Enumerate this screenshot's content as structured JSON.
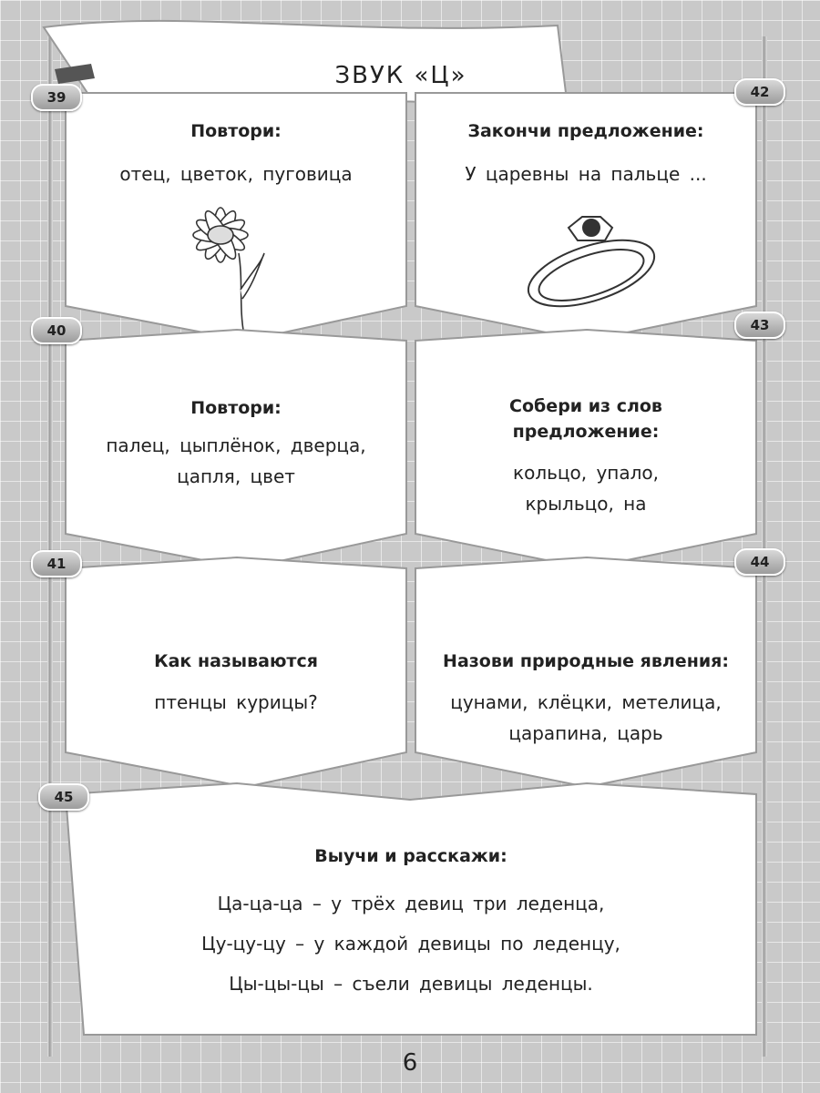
{
  "title": "ЗВУК «Ц»",
  "page_number": "6",
  "cards": [
    {
      "number": "39",
      "heading": "Повтори:",
      "lines": [
        "отец, цветок, пуговица"
      ],
      "icon": "daisy-flower"
    },
    {
      "number": "42",
      "heading": "Закончи предложение:",
      "lines": [
        "У царевны на пальце ..."
      ],
      "icon": "ring"
    },
    {
      "number": "40",
      "heading": "Повтори:",
      "lines": [
        "палец, цыплёнок, дверца,",
        "цапля, цвет"
      ]
    },
    {
      "number": "43",
      "heading_lines": [
        "Собери из слов",
        "предложение:"
      ],
      "lines": [
        "кольцо, упало,",
        "крыльцо, на"
      ]
    },
    {
      "number": "41",
      "heading": "Как называются",
      "lines": [
        "птенцы курицы?"
      ]
    },
    {
      "number": "44",
      "heading": "Назови природные явления:",
      "lines": [
        "цунами, клёцки, метелица,",
        "царапина, царь"
      ]
    },
    {
      "number": "45",
      "heading": "Выучи и расскажи:",
      "lines": [
        "Ца-ца-ца – у трёх девиц три леденца,",
        "Цу-цу-цу – у каждой девицы по леденцу,",
        "Цы-цы-цы – съели девицы леденцы."
      ]
    }
  ]
}
